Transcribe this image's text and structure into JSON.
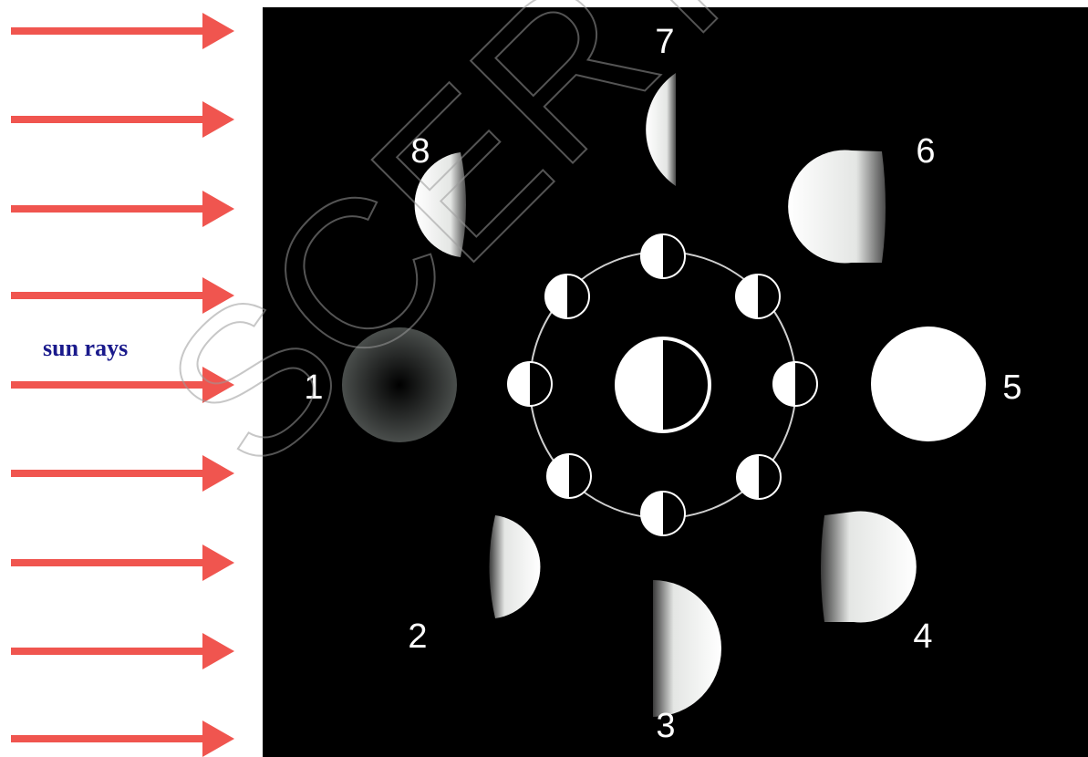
{
  "sun_label": "sun rays",
  "watermark": "SCERT",
  "phase_labels": [
    "1",
    "2",
    "3",
    "4",
    "5",
    "6",
    "7",
    "8"
  ],
  "colors": {
    "arrow": "#f0554f",
    "background": "#000000",
    "moon_lit": "#ffffff",
    "orbit": "#cfcfcf",
    "label_text": "#1a1a8c"
  }
}
